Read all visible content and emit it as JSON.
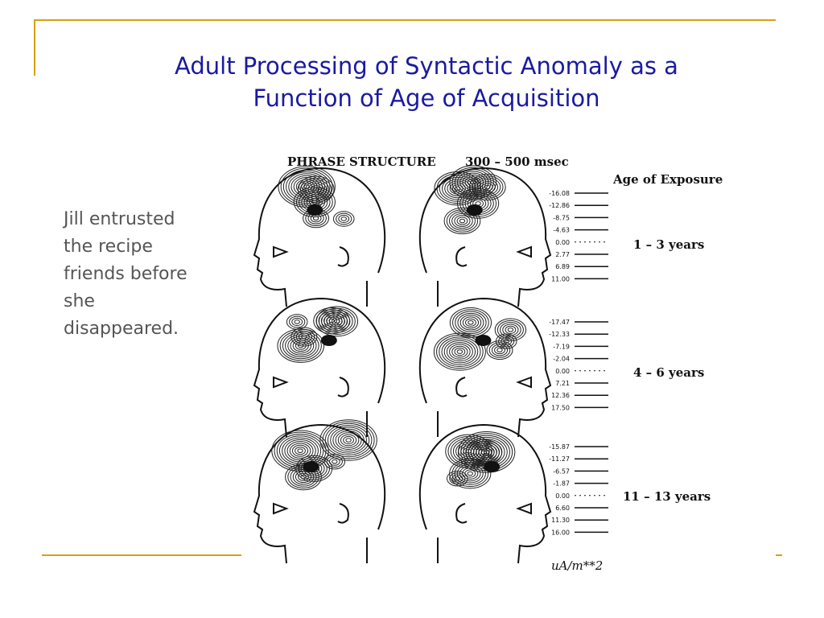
{
  "slide": {
    "title_line1": "Adult Processing of Syntactic Anomaly as a",
    "title_line2": "Function of Age of Acquisition",
    "body_line1": "Jill entrusted",
    "body_line2": "the recipe",
    "body_line3": "friends before",
    "body_line4": "she",
    "body_line5": "disappeared.",
    "accent_color": "#d4a017",
    "title_color": "#1a1aa0"
  },
  "figure": {
    "header_condition": "PHRASE STRUCTURE",
    "header_window": "300 – 500 msec",
    "legend_title": "Age of Exposure",
    "unit_label": "uA/m**2",
    "groups": [
      {
        "age": "1 – 3 years",
        "scale": [
          "-16.08",
          "-12.86",
          "-8.75",
          "-4.63",
          "0.00",
          "2.77",
          "6.89",
          "11.00"
        ]
      },
      {
        "age": "4 – 6 years",
        "scale": [
          "-17.47",
          "-12.33",
          "-7.19",
          "-2.04",
          "0.00",
          "7.21",
          "12.36",
          "17.50"
        ]
      },
      {
        "age": "11 – 13 years",
        "scale": [
          "-15.87",
          "-11.27",
          "-6.57",
          "-1.87",
          "0.00",
          "6.60",
          "11.30",
          "16.00"
        ]
      }
    ]
  }
}
